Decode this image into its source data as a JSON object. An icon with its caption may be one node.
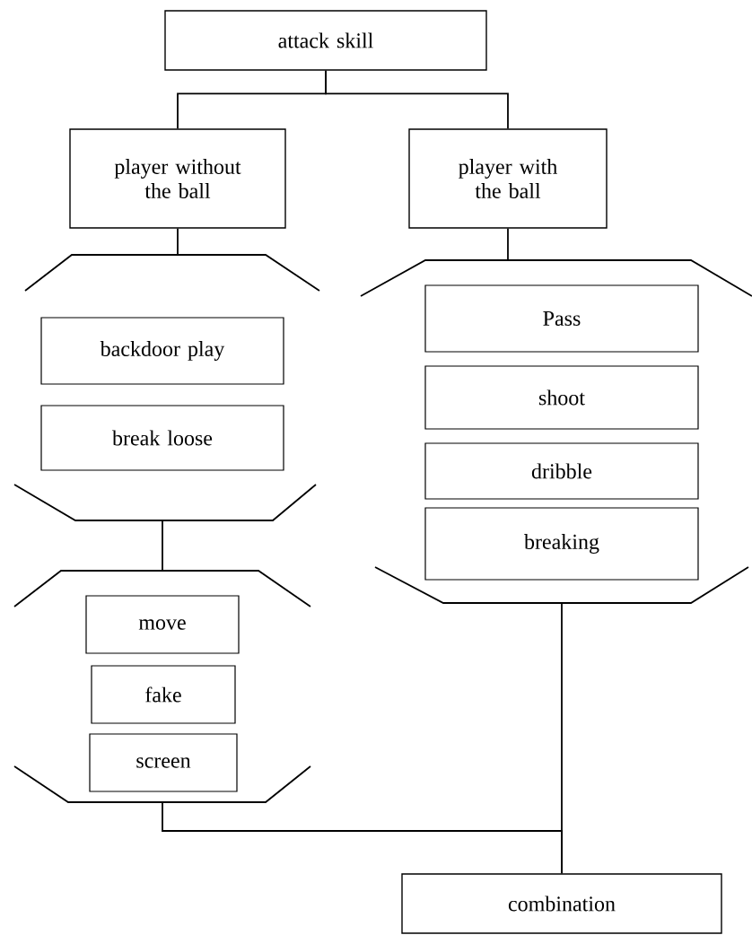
{
  "diagram": {
    "nodes": [
      {
        "text": [
          "attack skill"
        ]
      },
      {
        "text": [
          "player without the ball"
        ]
      },
      {
        "text": [
          "player with the ball"
        ]
      },
      {
        "text": [],
        "shape": "bracket"
      },
      {
        "text": [
          "backdoor play"
        ],
        "in": 3
      },
      {
        "text": [
          "break loose"
        ],
        "in": 3
      },
      {
        "text": [],
        "shape": "bracket"
      },
      {
        "text": [
          "move"
        ],
        "in": 6
      },
      {
        "text": [
          "fake"
        ],
        "in": 6
      },
      {
        "text": [
          "screen"
        ],
        "in": 6
      },
      {
        "text": [],
        "shape": "bracket"
      },
      {
        "text": [
          "Pass"
        ],
        "in": 10
      },
      {
        "text": [
          "shoot"
        ],
        "in": 10
      },
      {
        "text": [
          "dribble"
        ],
        "in": 10
      },
      {
        "text": [
          "breaking"
        ],
        "in": 10
      },
      {
        "text": [
          "combination"
        ]
      }
    ],
    "edges": [
      {
        "from": 0,
        "to": 1,
        "arrow": "none"
      },
      {
        "from": 0,
        "to": 2,
        "arrow": "none"
      },
      {
        "from": 1,
        "to": 3,
        "arrow": "none"
      },
      {
        "from": 2,
        "to": 10,
        "arrow": "none"
      },
      {
        "from": 3,
        "to": 6,
        "arrow": "none"
      },
      {
        "from": 6,
        "to": 15,
        "arrow": "none"
      },
      {
        "from": 10,
        "to": 15,
        "arrow": "none"
      }
    ]
  }
}
